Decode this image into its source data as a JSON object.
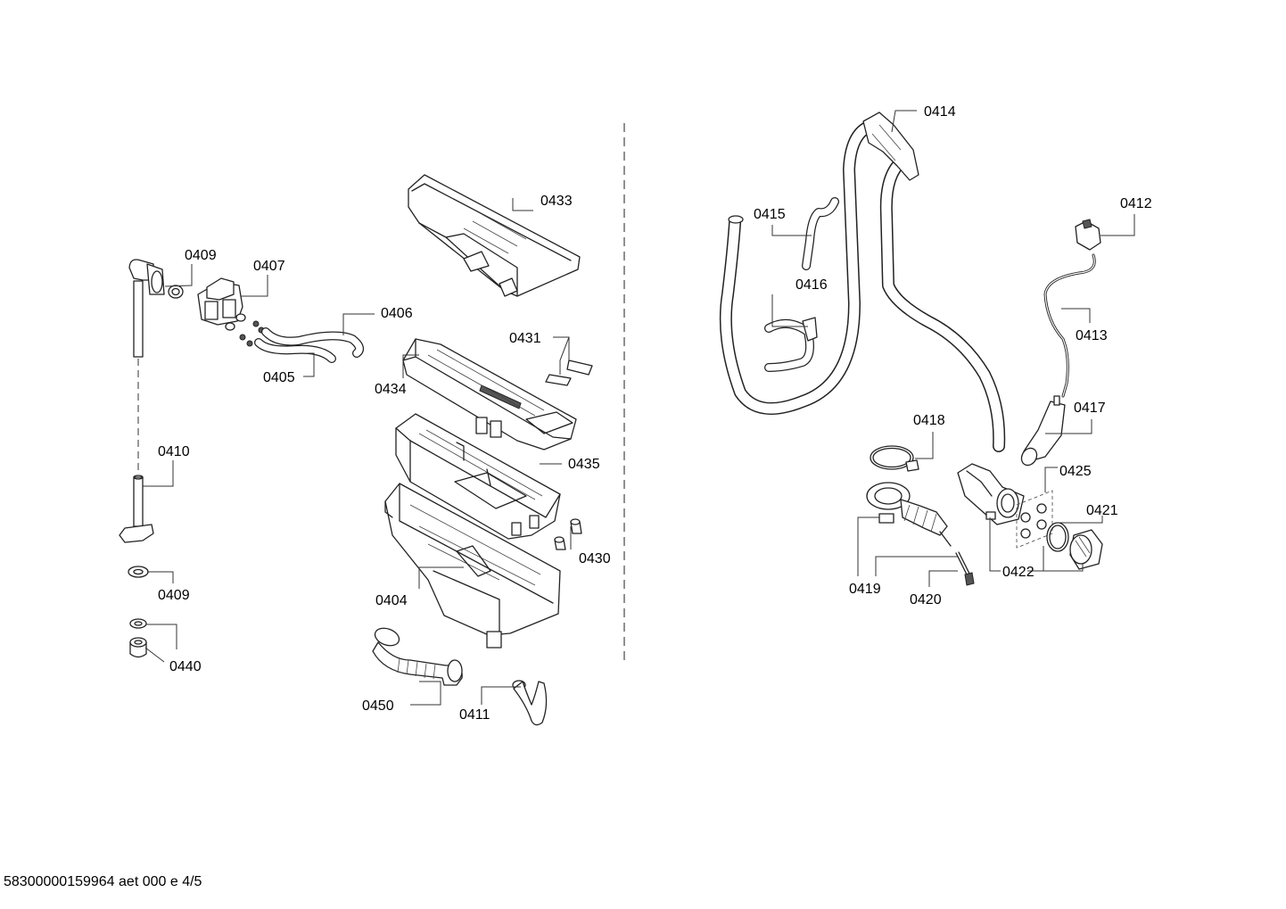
{
  "callouts": {
    "p0404": "0404",
    "p0405": "0405",
    "p0406": "0406",
    "p0407": "0407",
    "p0409a": "0409",
    "p0409b": "0409",
    "p0410": "0410",
    "p0411": "0411",
    "p0412": "0412",
    "p0413": "0413",
    "p0414": "0414",
    "p0415": "0415",
    "p0416": "0416",
    "p0417": "0417",
    "p0418": "0418",
    "p0419": "0419",
    "p0420": "0420",
    "p0421": "0421",
    "p0422": "0422",
    "p0425": "0425",
    "p0430": "0430",
    "p0431": "0431",
    "p0433": "0433",
    "p0434": "0434",
    "p0435": "0435",
    "p0440": "0440",
    "p0450": "0450"
  },
  "footer": {
    "reference": "58300000159964 aet 000 e 4/5"
  }
}
